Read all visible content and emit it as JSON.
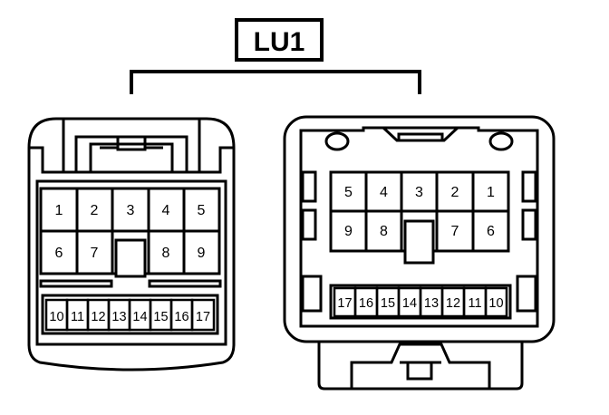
{
  "title": "LU1",
  "left_connector": {
    "upper_rows": [
      [
        "1",
        "2",
        "3",
        "4",
        "5"
      ],
      [
        "6",
        "7",
        "",
        "8",
        "9"
      ]
    ],
    "lower_row": [
      "10",
      "11",
      "12",
      "13",
      "14",
      "15",
      "16",
      "17"
    ]
  },
  "right_connector": {
    "upper_rows": [
      [
        "5",
        "4",
        "3",
        "2",
        "1"
      ],
      [
        "9",
        "8",
        "",
        "7",
        "6"
      ]
    ],
    "lower_row": [
      "17",
      "16",
      "15",
      "14",
      "13",
      "12",
      "11",
      "10"
    ]
  },
  "colors": {
    "line": "#000000",
    "background": "#ffffff"
  }
}
